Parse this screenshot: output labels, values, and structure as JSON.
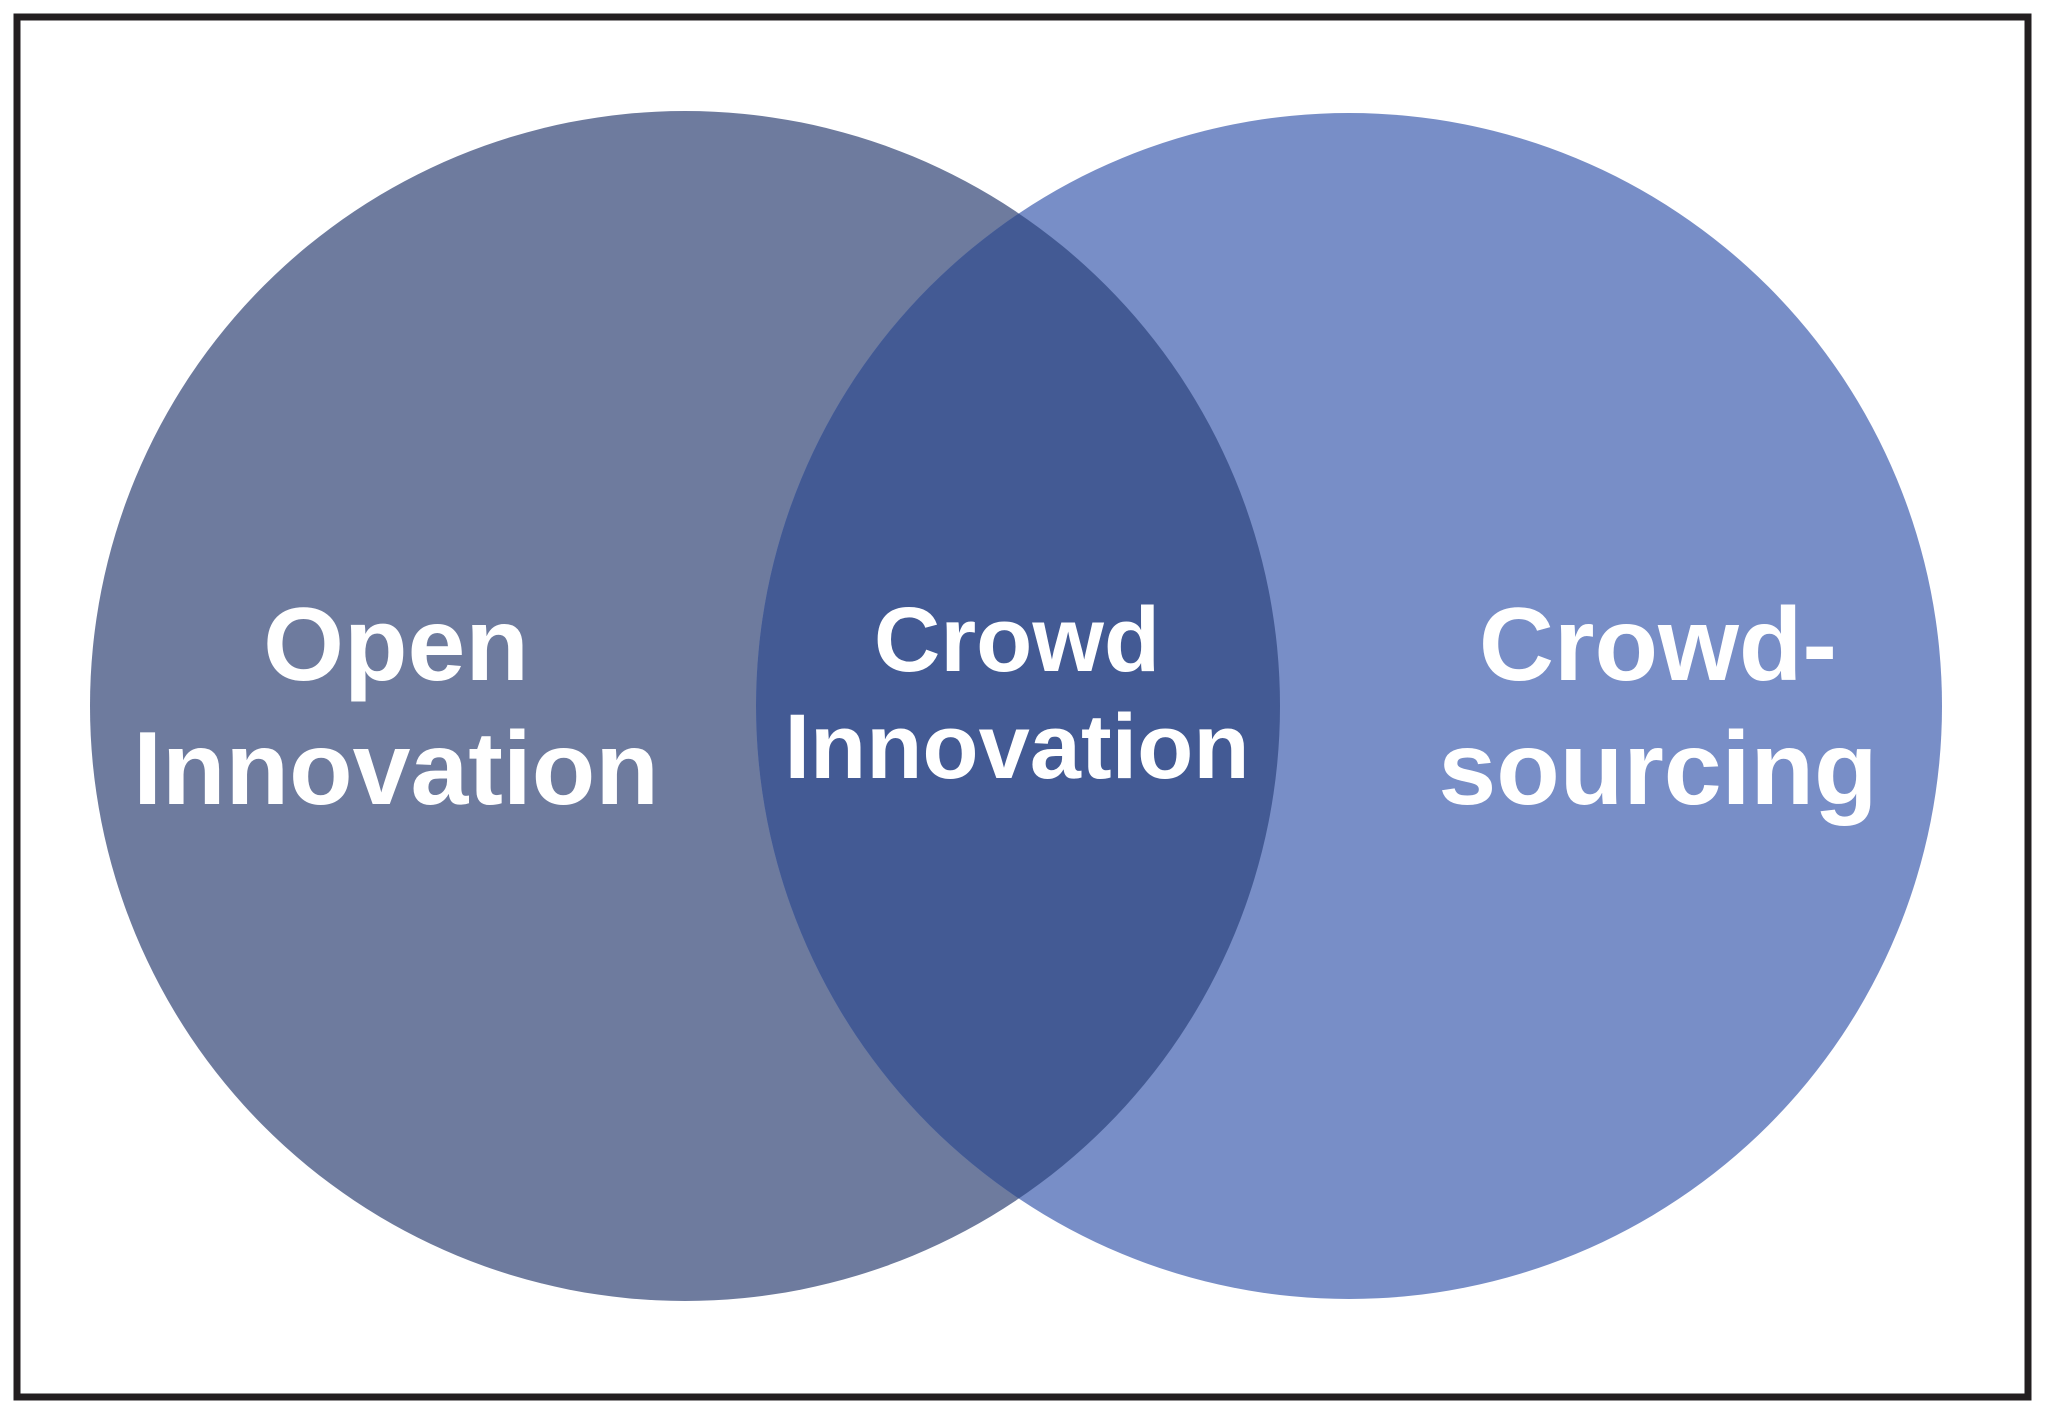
{
  "diagram": {
    "type": "venn",
    "sets": [
      {
        "id": "left",
        "label_lines": [
          "Open",
          "Innovation"
        ],
        "color": "#6e7b9e"
      },
      {
        "id": "right",
        "label_lines": [
          "Crowd-",
          "sourcing"
        ],
        "color": "#788ec7"
      }
    ],
    "intersection": {
      "label_lines": [
        "Crowd",
        "Innovation"
      ],
      "color": "#435a94"
    },
    "frame_color": "#231f20",
    "text_color": "#ffffff"
  }
}
